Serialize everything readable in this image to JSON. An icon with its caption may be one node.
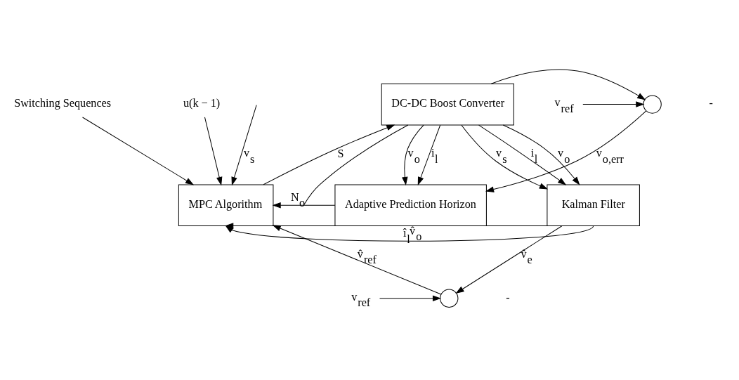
{
  "diagram": {
    "nodes": [
      {
        "text": [
          "DC-DC Boost Converter"
        ]
      },
      {
        "text": [],
        "shape": "circle"
      },
      {
        "text": [
          "v$_{ref}$"
        ]
      },
      {
        "text": [
          "Switching Sequences"
        ]
      },
      {
        "text": [
          "u(k − 1)"
        ]
      },
      {
        "text": [
          "MPC Algorithm"
        ]
      },
      {
        "text": [
          "Adaptive Prediction Horizon"
        ]
      },
      {
        "text": [
          "Kalman Filter"
        ]
      },
      {
        "text": [],
        "shape": "circle"
      },
      {
        "text": [
          "v$_{ref}$"
        ]
      }
    ],
    "edges": [
      {
        "from": 5,
        "to": 0,
        "arrow": "to",
        "label": "S"
      },
      {
        "from": 0,
        "to": 1,
        "arrow": "to"
      },
      {
        "from": 2,
        "to": 1,
        "arrow": "to"
      },
      {
        "from": 0,
        "to": 6,
        "arrow": "to",
        "label": "i$_{l}$"
      },
      {
        "from": 0,
        "to": 6,
        "arrow": "to",
        "label": "v$_{o}$"
      },
      {
        "from": 1,
        "to": 6,
        "arrow": "to",
        "label": "v$_{o,err}$"
      },
      {
        "from": 0,
        "to": 7,
        "arrow": "to",
        "label": "i$_{l}$"
      },
      {
        "from": 0,
        "to": 7,
        "arrow": "to",
        "label": "v$_{o}$"
      },
      {
        "from": 0,
        "to": 7,
        "arrow": "to",
        "label": "v$_{s}$"
      },
      {
        "from": 0,
        "to": null,
        "arrow": "none"
      },
      {
        "from": 3,
        "to": 5,
        "arrow": "to"
      },
      {
        "from": 4,
        "to": 5,
        "arrow": "to"
      },
      {
        "from": 6,
        "to": 5,
        "arrow": "to",
        "label": "N$_{o}$"
      },
      {
        "from": 7,
        "to": 5,
        "arrow": "to",
        "label": "î$_{l}$"
      },
      {
        "from": 7,
        "to": 5,
        "arrow": "to",
        "label": "v̂$_{o}$"
      },
      {
        "from": 7,
        "to": 8,
        "arrow": "to",
        "label": "v̂$_{e}$"
      },
      {
        "from": 9,
        "to": 8,
        "arrow": "to"
      },
      {
        "from": 8,
        "to": 5,
        "arrow": "to",
        "label": "v̂$_{ref}$"
      },
      {
        "from": null,
        "to": 5,
        "arrow": "to",
        "label": "v$_{s}$"
      }
    ],
    "labels": [
      "-",
      "-"
    ]
  }
}
